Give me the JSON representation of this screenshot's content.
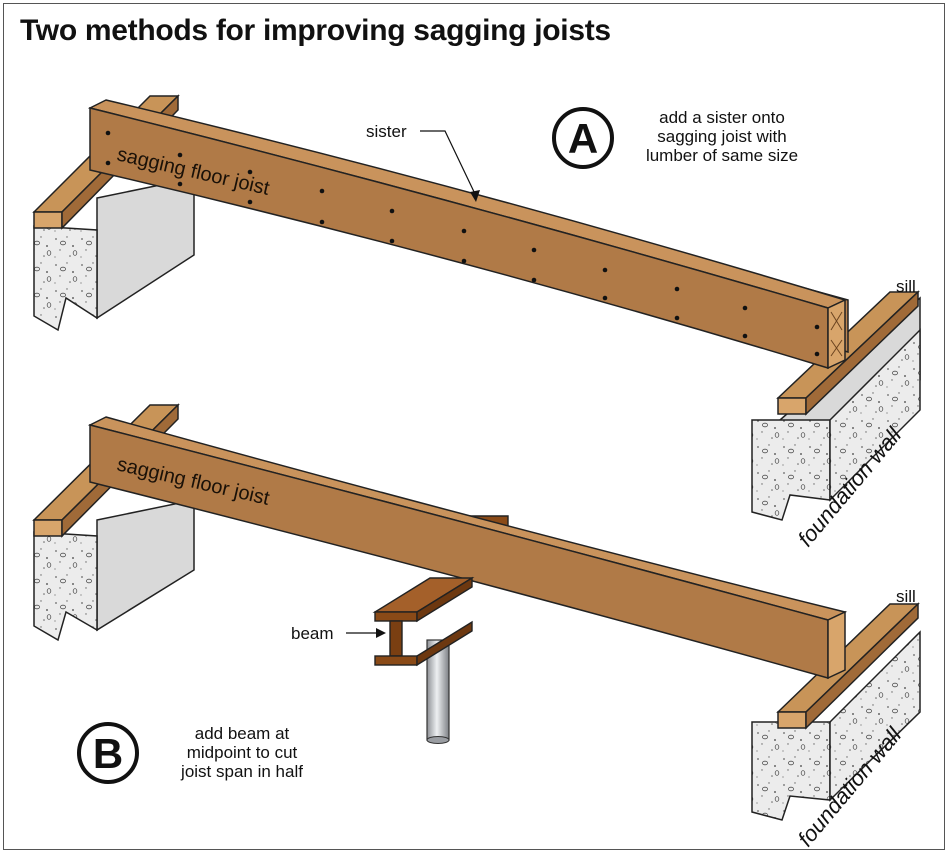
{
  "title": "Two methods for improving sagging joists",
  "method_a": {
    "badge": "A",
    "note_lines": [
      "add a sister onto",
      "sagging joist with",
      "lumber of same size"
    ],
    "sister_label": "sister",
    "joist_label": "sagging floor joist",
    "sill_label": "sill",
    "wall_label": "foundation wall"
  },
  "method_b": {
    "badge": "B",
    "note_lines": [
      "add beam at",
      "midpoint to cut",
      "joist span in half"
    ],
    "beam_label": "beam",
    "joist_label": "sagging floor joist",
    "sill_label": "sill",
    "wall_label": "foundation wall"
  },
  "colors": {
    "joist_face": "#b07a47",
    "joist_top": "#c9935c",
    "joist_end": "#d8a56b",
    "sill": "#c08a52",
    "concrete": "#e8e8e8",
    "beam": "#8a4a17",
    "post": "#b9bcc0"
  }
}
